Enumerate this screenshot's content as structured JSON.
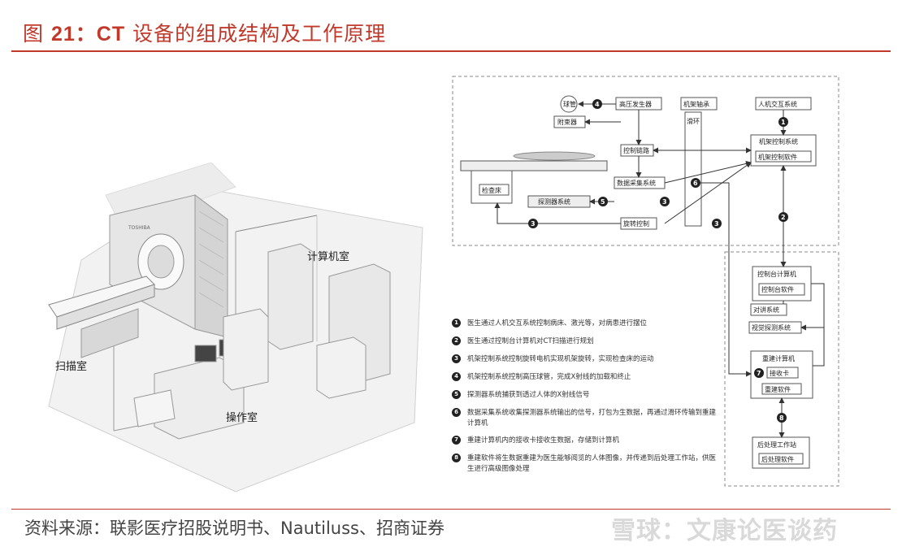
{
  "header": {
    "title_prefix": "图",
    "title_number": "21：CT",
    "title_rest": "设备的组成结构及工作原理"
  },
  "footer": {
    "source": "资料来源：联影医疗招股说明书、Nautiluss、招商证券",
    "watermark": "雪球：文康论医谈药"
  },
  "illustration": {
    "scan_room": "扫描室",
    "computer_room": "计算机室",
    "control_room": "操作室",
    "logo": "TOSHIBA"
  },
  "diagram": {
    "tube": "球管",
    "hv_generator": "高压发生器",
    "collimator": "附束器",
    "control_link": "控制链路",
    "gantry_bearing": "机架轴承",
    "slip_ring": "滑环",
    "hmi": "人机交互系统",
    "gantry_control_system": "机架控制系统",
    "gantry_control_software": "机架控制软件",
    "table": "检查床",
    "das": "数据采集系统",
    "detector": "探测器系统",
    "rotation_control": "旋转控制",
    "console_computer": "控制台计算机",
    "console_software": "控制台软件",
    "intercom": "对讲系统",
    "visual_monitor": "视觉探测系统",
    "recon_computer": "重建计算机",
    "receiver_card": "接收卡",
    "recon_software": "重建软件",
    "post_workstation": "后处理工作站",
    "post_software": "后处理软件",
    "badges": [
      "1",
      "2",
      "3",
      "3",
      "3",
      "4",
      "5",
      "6",
      "7",
      "8"
    ]
  },
  "steps": [
    {
      "n": "1",
      "text": "医生通过人机交互系统控制病床、激光等，对病患进行摆位"
    },
    {
      "n": "2",
      "text": "医生通过控制台计算机对CT扫描进行规划"
    },
    {
      "n": "3",
      "text": "机架控制系统控制旋转电机实现机架旋转，实现检查床的运动"
    },
    {
      "n": "4",
      "text": "机架控制系统控制高压球管，完成X射线的加载和终止"
    },
    {
      "n": "5",
      "text": "探测器系统捕获到透过人体的X射线信号"
    },
    {
      "n": "6",
      "text": "数据采集系统收集探测器系统输出的信号，打包为生数据，再通过滑环传输到重建计算机"
    },
    {
      "n": "7",
      "text": "重建计算机内的接收卡接收生数据，存储到计算机"
    },
    {
      "n": "8",
      "text": "重建软件将生数据重建为医生能够阅览的人体图像，并传递到后处理工作站，供医生进行高级图像处理"
    }
  ]
}
